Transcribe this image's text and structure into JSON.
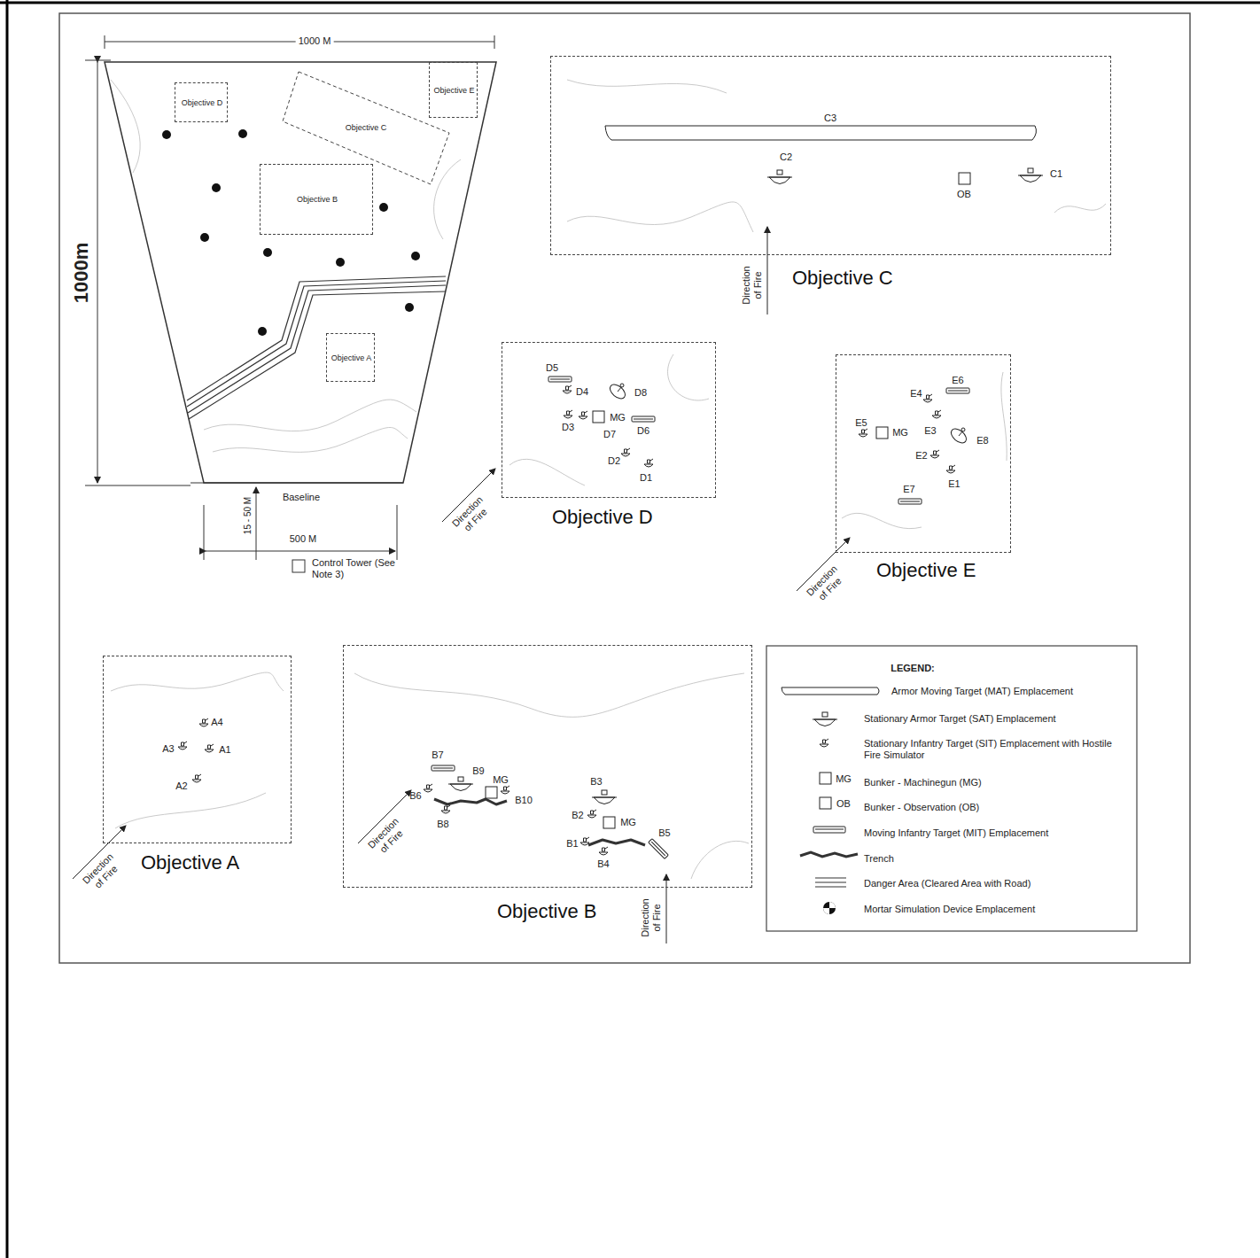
{
  "diagram": {
    "nodes": [
      {
        "text": [
          "Objective D"
        ]
      },
      {
        "text": [
          "Objective E"
        ]
      },
      {
        "text": [
          "Objective C"
        ]
      },
      {
        "text": [
          "Objective B"
        ]
      },
      {
        "text": [
          "Objective A"
        ]
      },
      {
        "text": [
          "Objective C"
        ]
      },
      {
        "text": [
          "Objective D"
        ]
      },
      {
        "text": [
          "Objective E"
        ]
      },
      {
        "text": [
          "Objective A"
        ]
      },
      {
        "text": [
          "Objective B"
        ]
      }
    ],
    "labels": [
      "1000 M",
      "1000m",
      "Baseline",
      "15 - 50 M",
      "500 M",
      "Control Tower (See Note 3)",
      "Direction of Fire",
      "Direction of Fire",
      "Direction of Fire",
      "Direction of Fire",
      "Direction of Fire",
      "Direction of Fire",
      "C3",
      "C2",
      "OB",
      "C1",
      "D5",
      "D4",
      "D8",
      "D3",
      "MG",
      "D7",
      "D6",
      "D2",
      "D1",
      "E4",
      "E6",
      "E5",
      "MG",
      "E3",
      "E8",
      "E2",
      "E1",
      "E7",
      "A4",
      "A3",
      "A1",
      "A2",
      "B7",
      "B9",
      "MG",
      "B6",
      "B10",
      "B8",
      "B3",
      "B2",
      "MG",
      "B1",
      "B5",
      "B4",
      "LEGEND:",
      "MG",
      "OB"
    ],
    "legend": [
      {
        "text": "Armor Moving Target (MAT) Emplacement"
      },
      {
        "text": "Stationary Armor Target (SAT) Emplacement"
      },
      {
        "text": "Stationary Infantry Target (SIT) Emplacement with Hostile Fire Simulator"
      },
      {
        "text": "Bunker - Machinegun (MG)"
      },
      {
        "text": "Bunker - Observation (OB)"
      },
      {
        "text": "Moving Infantry Target (MIT) Emplacement"
      },
      {
        "text": "Trench"
      },
      {
        "text": "Danger Area (Cleared Area with Road)"
      },
      {
        "text": "Mortar Simulation Device Emplacement"
      }
    ]
  }
}
